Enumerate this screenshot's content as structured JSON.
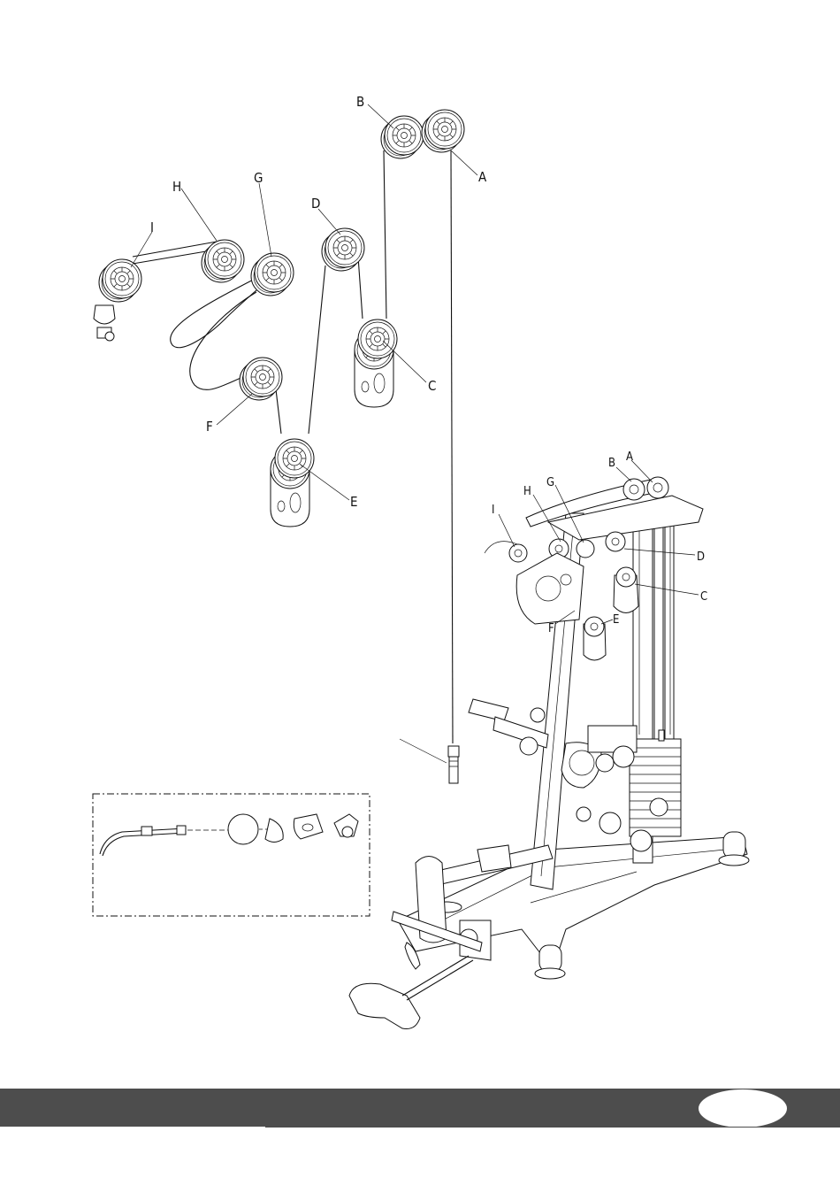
{
  "pulley_labels": {
    "a": "A",
    "b": "B",
    "c": "C",
    "d": "D",
    "e": "E",
    "f": "F",
    "g": "G",
    "h": "H",
    "i": "I"
  },
  "icons": {
    "cable_diagram": "pulley-cable-routing-illustration",
    "machine": "multi-gym-machine-illustration",
    "detail": "cable-end-assembly-detail"
  },
  "colors": {
    "footer_bar": "#4d4d4d",
    "line": "#111111",
    "page": "#ffffff"
  }
}
